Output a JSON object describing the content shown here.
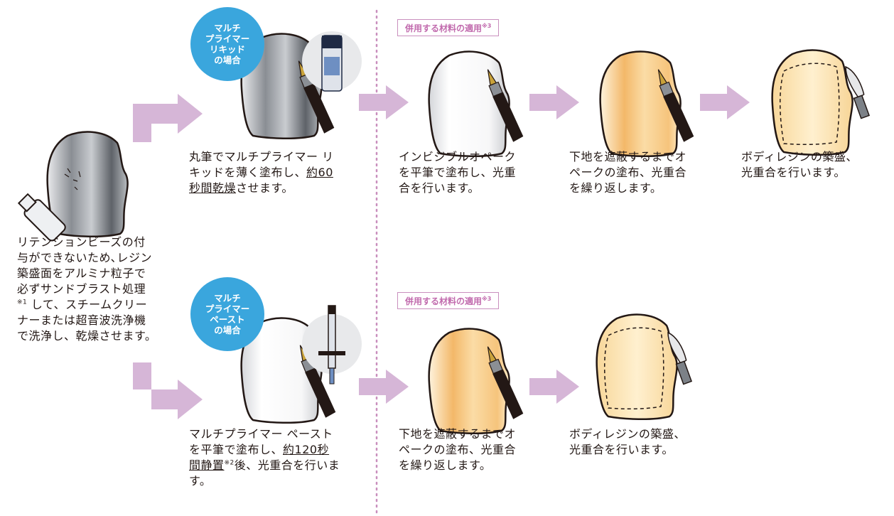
{
  "start": {
    "caption_lines": [
      "リテンションビーズの付",
      "与ができないため､レジン",
      "築盛面をアルミナ粒子で",
      "必ずサンドブラスト処理",
      " して、スチームクリー",
      "ナーまたは超音波洗浄機",
      "で洗浄し、乾燥させます。"
    ],
    "note_mark": "※1"
  },
  "top": {
    "badge_lines": [
      "マルチ",
      "プライマー",
      "リキッド",
      "の場合"
    ],
    "tag": "併用する材料の適用",
    "tag_note": "※3",
    "step1": {
      "line1": "丸筆でマルチプライマー リ",
      "line2_a": "キッドを薄く塗布し、",
      "line2_u": "約60",
      "line3_u": "秒間乾燥",
      "line3_b": "させます。"
    },
    "step2_lines": [
      "インビジブルオペーク",
      "を平筆で塗布し、光重",
      "合を行います。"
    ],
    "step3_lines": [
      "下地を遮蔽するまでオ",
      "ペークの塗布、光重合",
      "を繰り返します。"
    ],
    "step4_lines": [
      "ボディレジンの築盛、",
      "光重合を行います。"
    ]
  },
  "bottom": {
    "badge_lines": [
      "マルチ",
      "プライマー",
      "ペースト",
      "の場合"
    ],
    "tag": "併用する材料の適用",
    "tag_note": "※3",
    "step1": {
      "line1": "マルチプライマー ペースト",
      "line2_a": "を平筆で塗布し、",
      "line2_u": "約120秒",
      "line3_u": "間静置",
      "line3_note": "※2",
      "line3_b": "後、光重合を行いま",
      "line4": "す。"
    },
    "step2_lines": [
      "下地を遮蔽するまでオ",
      "ペークの塗布、光重合",
      "を繰り返します。"
    ],
    "step3_lines": [
      "ボディレジンの築盛、",
      "光重合を行います。"
    ]
  },
  "colors": {
    "arrow": "#d6b6d7",
    "badge": "#3aa6dd",
    "tag_text": "#c16aad",
    "divider": "#c98fbe",
    "metal": "#9a9ea4",
    "opaque_white": "#ffffff",
    "opaque_yellow": "#f9d48f",
    "body_resin": "#fde8b8"
  },
  "icons": [
    "tooth-metal-icon",
    "spray-bottle-icon",
    "brush-icon",
    "liquid-bottle-icon",
    "syringe-icon",
    "spatula-icon",
    "arrow-right-icon"
  ]
}
